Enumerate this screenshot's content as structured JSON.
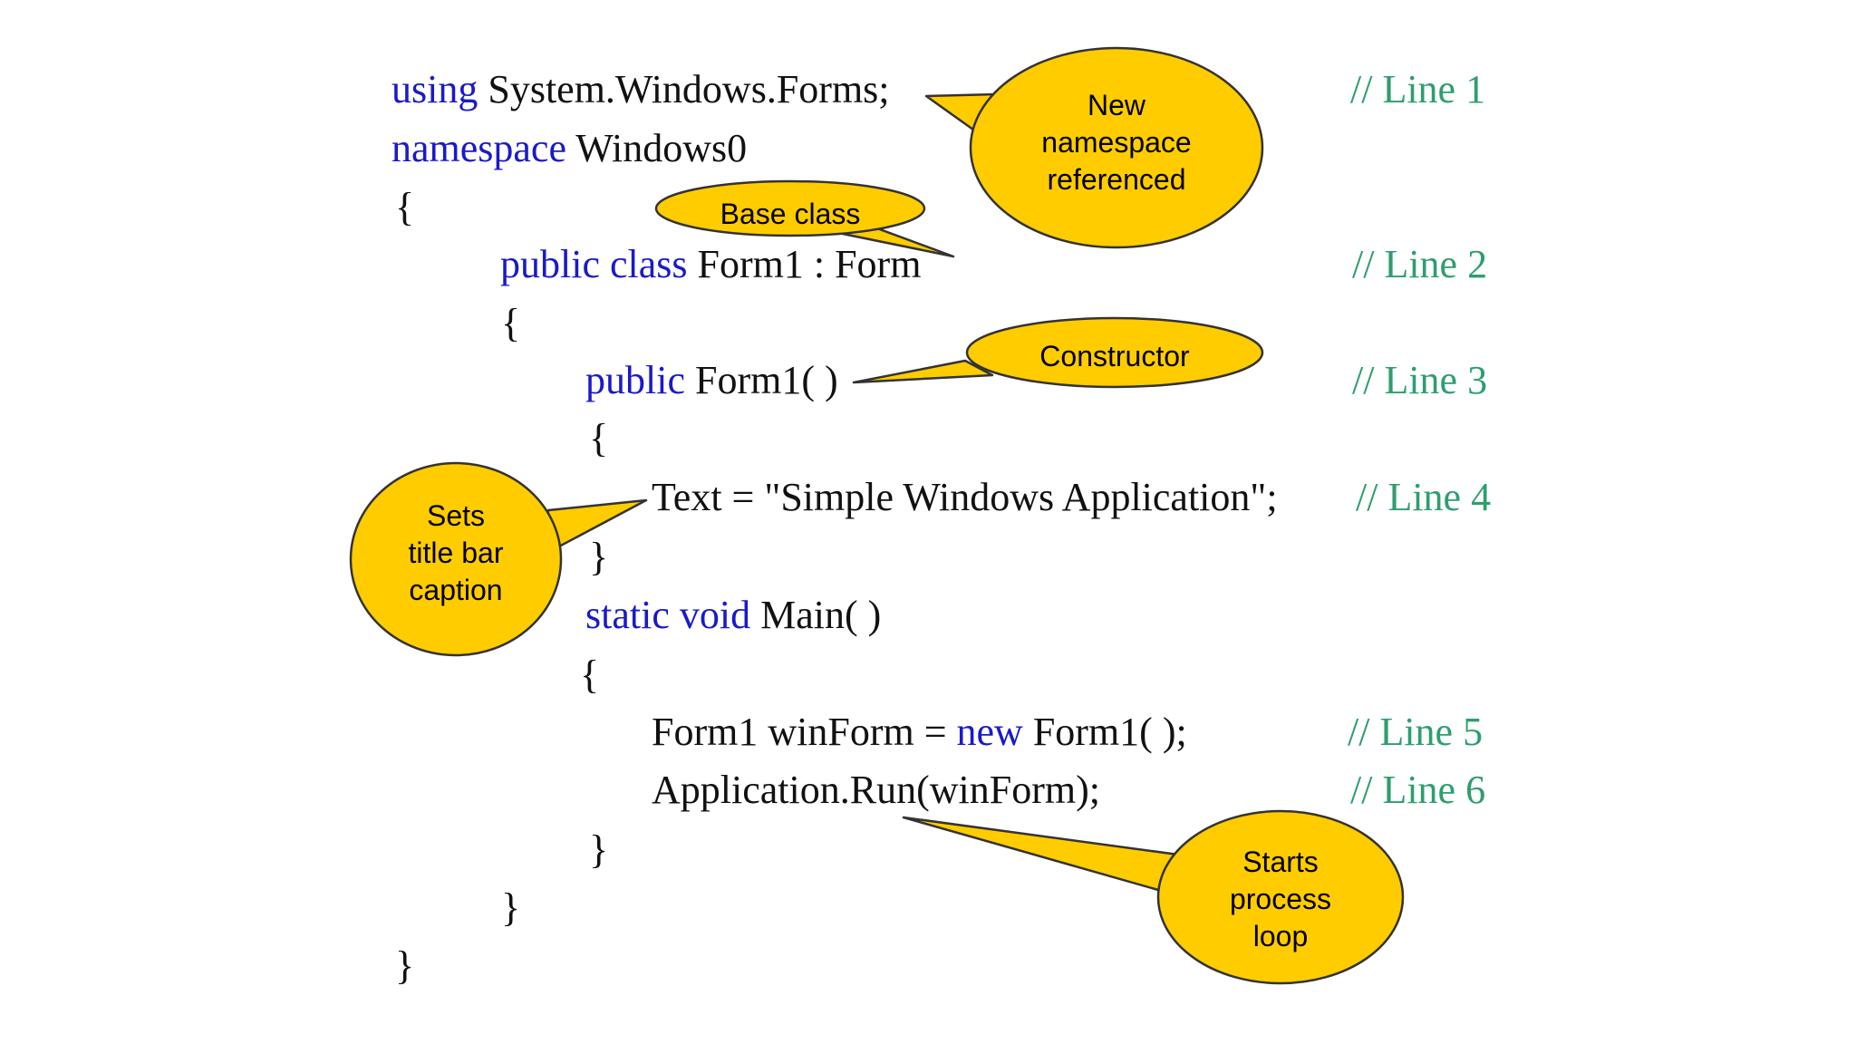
{
  "code": {
    "l1": {
      "kw": "using",
      "rest": " System.Windows.Forms;"
    },
    "l2": {
      "kw": "namespace",
      "rest": " Windows0"
    },
    "l3": {
      "text": "{"
    },
    "l4": {
      "kw": "public class",
      "rest": " Form1 : Form"
    },
    "l5": {
      "text": "{"
    },
    "l6": {
      "kw": "public",
      "rest": " Form1( )"
    },
    "l7": {
      "text": "{"
    },
    "l8": {
      "text": "Text = \"Simple Windows Application\";"
    },
    "l9": {
      "text": "}"
    },
    "l10": {
      "kw": "static void",
      "rest": " Main( )"
    },
    "l11": {
      "text": "{"
    },
    "l12": {
      "pre": "Form1 winForm = ",
      "kw": "new",
      "post": " Form1( );"
    },
    "l13": {
      "text": "Application.Run(winForm);"
    },
    "l14": {
      "text": "}"
    },
    "l15": {
      "text": "}"
    },
    "l16": {
      "text": "}"
    }
  },
  "comments": {
    "c1": "// Line 1",
    "c2": "// Line 2",
    "c3": "// Line 3",
    "c4": "// Line 4",
    "c5": "// Line 5",
    "c6": "// Line 6"
  },
  "callouts": {
    "namespace": {
      "l1": "New",
      "l2": "namespace",
      "l3": "referenced"
    },
    "base_class": {
      "l1": "Base class"
    },
    "constructor": {
      "l1": "Constructor"
    },
    "caption": {
      "l1": "Sets",
      "l2": "title bar",
      "l3": "caption"
    },
    "process": {
      "l1": "Starts",
      "l2": "process",
      "l3": "loop"
    }
  },
  "colors": {
    "keyword": "#1a1ac8",
    "comment": "#2e9e6e",
    "callout_fill": "#ffcc00",
    "callout_stroke": "#333333"
  }
}
